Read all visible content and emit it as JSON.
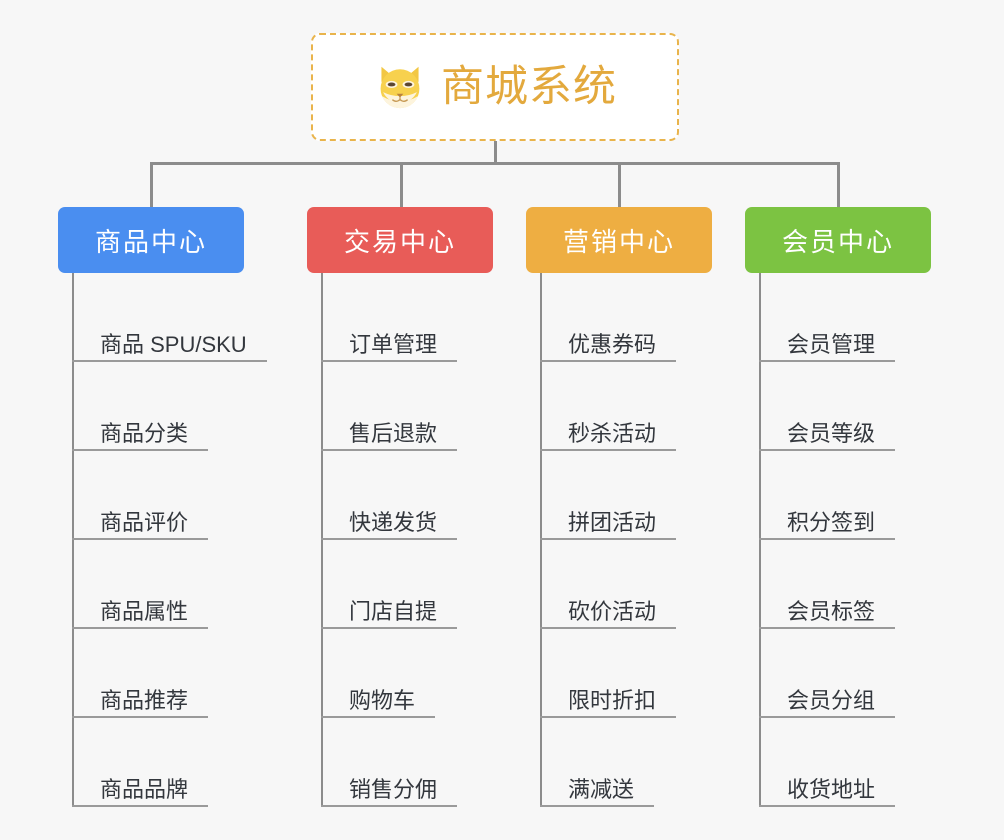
{
  "page": {
    "background_color": "#f7f7f7",
    "diagram_type": "org-chart-mindmap"
  },
  "root": {
    "title": "商城系统",
    "icon": "shiba-dog-emoji",
    "text_color": "#e3a93d",
    "border_color": "#e9b44c",
    "border_style": "dashed",
    "background_color": "#ffffff"
  },
  "connector": {
    "color": "#8c8c8c"
  },
  "branches": [
    {
      "label": "商品中心",
      "color": "#4a8ef0",
      "items": [
        "商品 SPU/SKU",
        "商品分类",
        "商品评价",
        "商品属性",
        "商品推荐",
        "商品品牌"
      ]
    },
    {
      "label": "交易中心",
      "color": "#e85c58",
      "items": [
        "订单管理",
        "售后退款",
        "快递发货",
        "门店自提",
        "购物车",
        "销售分佣"
      ]
    },
    {
      "label": "营销中心",
      "color": "#eeae42",
      "items": [
        "优惠券码",
        "秒杀活动",
        "拼团活动",
        "砍价活动",
        "限时折扣",
        "满减送"
      ]
    },
    {
      "label": "会员中心",
      "color": "#7cc342",
      "items": [
        "会员管理",
        "会员等级",
        "积分签到",
        "会员标签",
        "会员分组",
        "收货地址"
      ]
    }
  ]
}
